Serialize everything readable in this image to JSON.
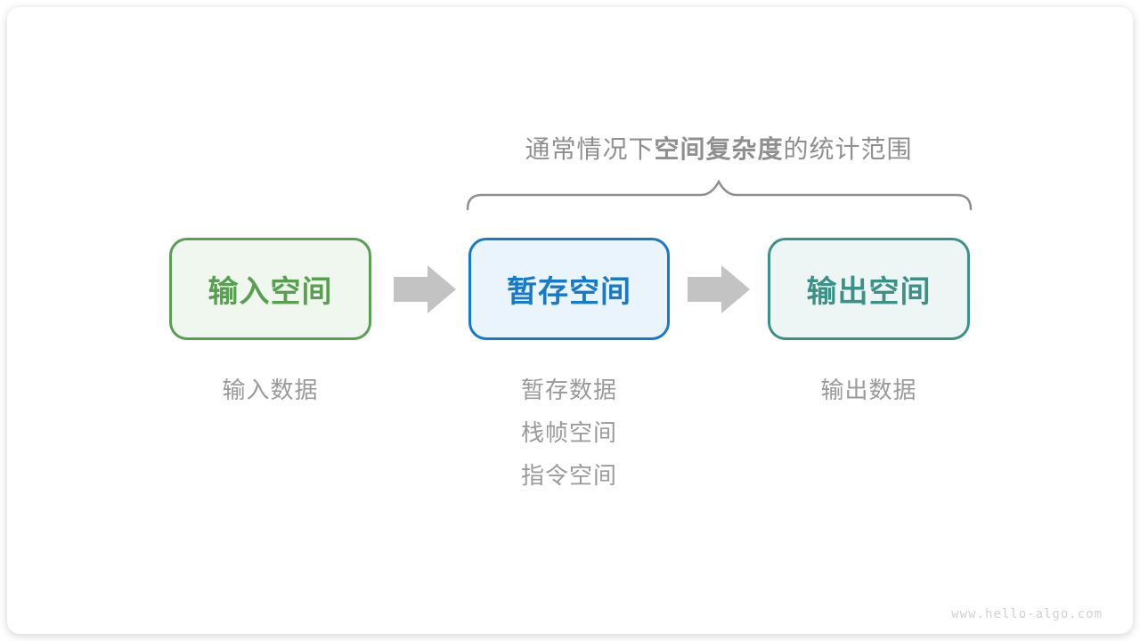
{
  "page": {
    "watermark": "www.hello-algo.com"
  },
  "diagram": {
    "title": {
      "prefix": "通常情况下",
      "bold": "空间复杂度",
      "suffix": "的统计范围",
      "color": "#8f8f8f"
    },
    "brace_color": "#909090",
    "arrow_color": "#c3c3c3",
    "boxes": [
      {
        "label": "输入空间",
        "border_color": "#5a9e54",
        "bg_color": "#f0f7ee",
        "text_color": "#57a04f"
      },
      {
        "label": "暂存空间",
        "border_color": "#1779c9",
        "bg_color": "#eaf4fc",
        "text_color": "#1779c9"
      },
      {
        "label": "输出空间",
        "border_color": "#3b9187",
        "bg_color": "#edf6f4",
        "text_color": "#3b9187"
      }
    ],
    "captions": {
      "color": "#9a9a9a",
      "input": [
        "输入数据"
      ],
      "temp": [
        "暂存数据",
        "栈帧空间",
        "指令空间"
      ],
      "output": [
        "输出数据"
      ]
    }
  }
}
